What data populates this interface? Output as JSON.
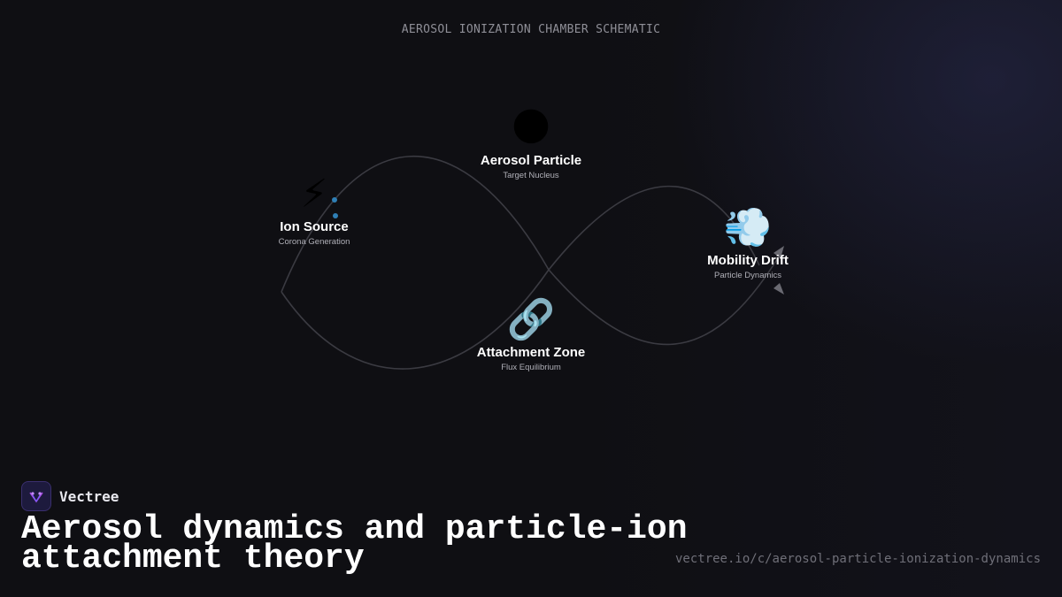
{
  "schematic_title": "AEROSOL IONIZATION CHAMBER SCHEMATIC",
  "nodes": [
    {
      "icon": "⚡",
      "icon_name": "lightning-icon",
      "label": "Ion Source",
      "sub": "Corona Generation"
    },
    {
      "icon": "🌑",
      "icon_name": "dark-globe-icon",
      "label": "Aerosol Particle",
      "sub": "Target Nucleus"
    },
    {
      "icon": "🔗",
      "icon_name": "link-icon",
      "label": "Attachment Zone",
      "sub": "Flux Equilibrium"
    },
    {
      "icon": "💨",
      "icon_name": "dash-wind-icon",
      "label": "Mobility Drift",
      "sub": "Particle Dynamics"
    }
  ],
  "colors": {
    "curve": "#3b3b42",
    "accent_dot": "#2f7fb5",
    "logo_mark": "#a54be0"
  },
  "brand": {
    "name": "Vectree"
  },
  "headline": "Aerosol dynamics and particle-ion attachment theory",
  "url": "vectree.io/c/aerosol-particle-ionization-dynamics"
}
